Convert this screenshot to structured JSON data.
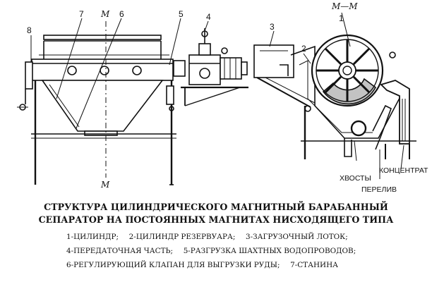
{
  "callouts": {
    "n1": "1",
    "n2": "2",
    "n3": "3",
    "n4": "4",
    "n5": "5",
    "n6": "6",
    "n7": "7",
    "n8": "8",
    "m_top": "M",
    "m_bottom": "M",
    "section": "M—M"
  },
  "outlets": {
    "tails": "ХВОСТЫ",
    "overflow": "ПЕРЕЛИВ",
    "concentrate": "КОНЦЕНТРАТ"
  },
  "title": {
    "line1": "СТРУКТУРА ЦИЛИНДРИЧЕСКОГО МАГНИТНЫЙ БАРАБАННЫЙ",
    "line2": "СЕПАРАТОР НА ПОСТОЯННЫХ МАГНИТАХ НИСХОДЯЩЕГО ТИПА"
  },
  "legend": {
    "l1_a": "1-ЦИЛИНДР;",
    "l1_b": "2-ЦИЛИНДР РЕЗЕРВУАРА;",
    "l1_c": "3-ЗАГРУЗОЧНЫЙ ЛОТОК;",
    "l2_a": "4-ПЕРЕДАТОЧНАЯ ЧАСТЬ;",
    "l2_b": "5-РАЗГРУЗКА ШАХТНЫХ ВОДОПРОВОДОВ;",
    "l3_a": "6-РЕГУЛИРУЮЩИЙ КЛАПАН ДЛЯ ВЫГРУЗКИ РУДЫ;",
    "l3_b": "7-СТАНИНА"
  },
  "colors": {
    "ink": "#111111",
    "paper": "#ffffff"
  }
}
